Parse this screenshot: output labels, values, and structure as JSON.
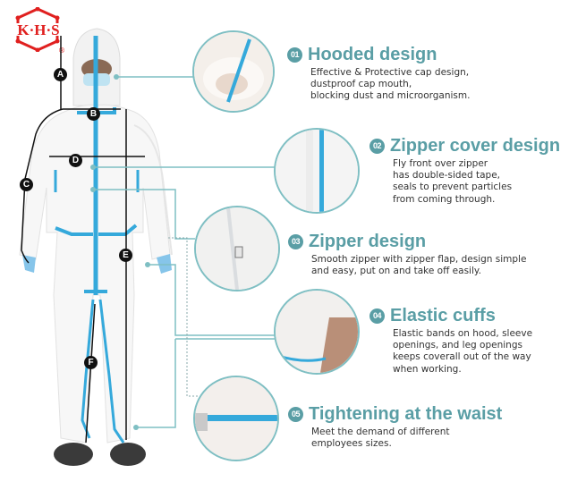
{
  "brand": {
    "logo_text": "K·H·S",
    "registered_mark": "®",
    "logo_color": "#e0201f"
  },
  "colors": {
    "accent_teal": "#5a9ea5",
    "connector_teal": "#7fbfc3",
    "tape_blue": "#35a9db",
    "text_dark": "#333333"
  },
  "measure_labels": [
    "A",
    "B",
    "C",
    "D",
    "E",
    "F"
  ],
  "features": [
    {
      "num": "01",
      "title": "Hooded design",
      "lines": [
        "Effective & Protective cap design,",
        "dustproof cap mouth,",
        "blocking dust and microorganism."
      ]
    },
    {
      "num": "02",
      "title": "Zipper cover design",
      "lines": [
        "Fly front over zipper",
        "has double-sided tape,",
        "seals to prevent particles",
        "from coming through."
      ]
    },
    {
      "num": "03",
      "title": "Zipper design",
      "lines": [
        "Smooth zipper with zipper flap, design simple",
        "and easy, put on and take off easily."
      ]
    },
    {
      "num": "04",
      "title": "Elastic cuffs",
      "lines": [
        "Elastic bands on hood, sleeve",
        "openings, and leg openings",
        "keeps coverall out of the way",
        "when working."
      ]
    },
    {
      "num": "05",
      "title": "Tightening at the waist",
      "lines": [
        "Meet the demand of different",
        "employees sizes."
      ]
    }
  ]
}
